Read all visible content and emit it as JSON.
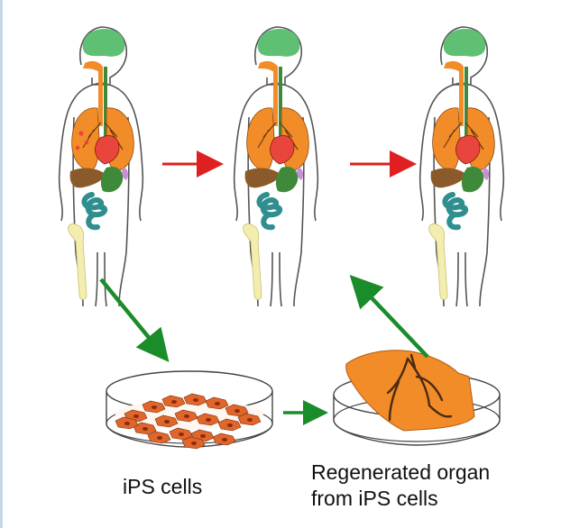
{
  "labels": {
    "ips_cells": "iPS cells",
    "regenerated_line1": "Regenerated organ",
    "regenerated_line2": "from iPS cells"
  },
  "colors": {
    "brain": "#5fbf73",
    "lungs": "#f28c28",
    "heart": "#e8463c",
    "liver": "#8b5a2b",
    "stomach": "#3f8a3a",
    "intestine": "#2f8f8f",
    "bone": "#f3eeb0",
    "airway": "#f28c28",
    "esophagus": "#3f8a3a",
    "damaged_spot": "#e8463c",
    "spleen": "#c98fd6",
    "red_arrow": "#e02020",
    "green_arrow": "#1a8c2a",
    "cell": "#e0662a",
    "cell_nucleus": "#8a2a14",
    "regenerated_organ": "#f28c28"
  },
  "icons": {
    "human_figures": [
      "human-body-damaged-icon",
      "human-body-treated-icon",
      "human-body-healthy-icon"
    ],
    "dishes": [
      "petri-dish-cells-icon",
      "petri-dish-organ-icon"
    ]
  }
}
